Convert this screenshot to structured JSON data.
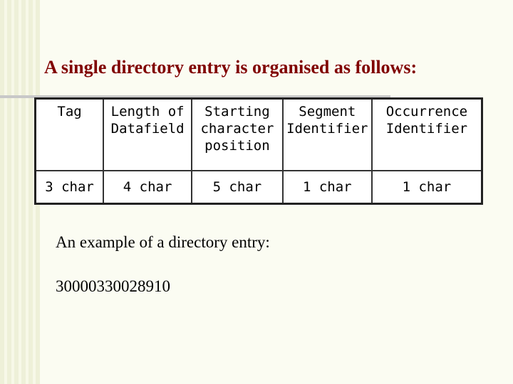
{
  "title": "A single directory entry is organised as follows:",
  "table": {
    "headers": [
      "Tag",
      "Length of Datafield",
      "Starting character position",
      "Segment Identifier",
      "Occurrence Identifier"
    ],
    "values": [
      "3 char",
      "4 char",
      "5 char",
      "1 char",
      "1 char"
    ]
  },
  "example": {
    "label": "An example of a directory entry:",
    "value": "30000330028910"
  },
  "colors": {
    "title": "#800000",
    "background": "#fbfcf2"
  }
}
